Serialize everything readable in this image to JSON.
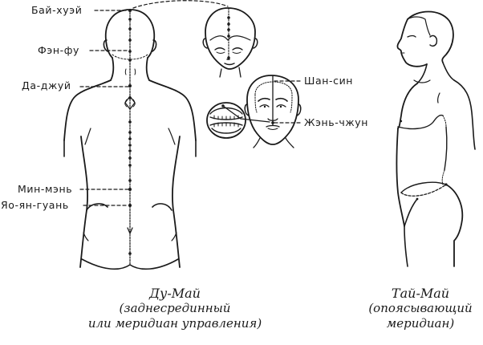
{
  "points": {
    "bai_huei": "Бай-хуэй",
    "feng_fu": "Фэн-фу",
    "da_zhui": "Да-джуй",
    "ming_men": "Мин-мэнь",
    "yao_yang_guan": "Яо-ян-гуань",
    "shang_xing": "Шан-син",
    "ren_zhong": "Жэнь-чжун"
  },
  "captions": {
    "du_mai": {
      "title": "Ду-Май",
      "line1": "(заднесрединный",
      "line2": "или меридиан управления)"
    },
    "dai_mai": {
      "title": "Тай-Май",
      "line1": "(опоясывающий",
      "line2": "меридиан)"
    }
  },
  "colors": {
    "ink": "#1a1a1a",
    "background": "#ffffff"
  },
  "icons": {
    "back-figure": "human back view",
    "head-top": "head top view",
    "head-front": "face front view",
    "mouth": "open mouth view",
    "side-figure": "human side view"
  }
}
